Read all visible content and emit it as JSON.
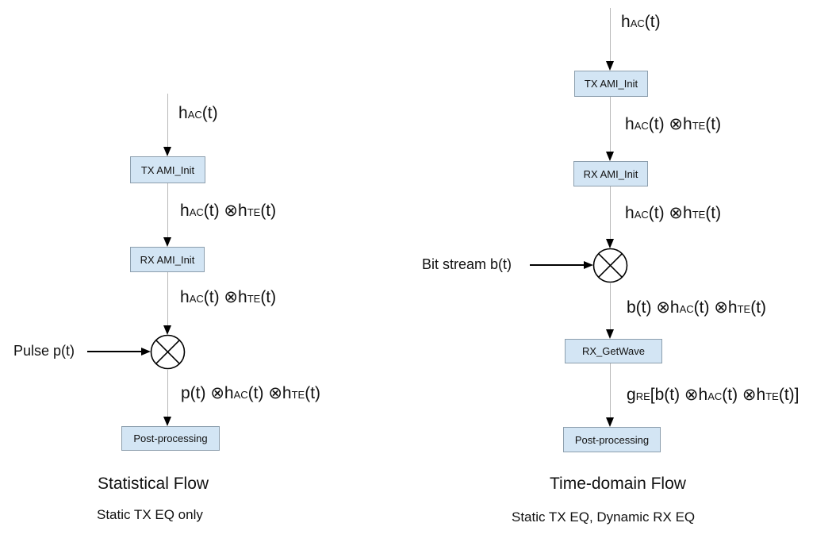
{
  "colors": {
    "box_fill": "#d3e5f4",
    "box_border": "#8c9ead",
    "connector_line": "#b9b9b9",
    "arrow": "#000000",
    "text": "#111111"
  },
  "left_flow": {
    "title": "Statistical Flow",
    "subtitle": "Static TX EQ only",
    "side_input_label": "Pulse p(t)",
    "boxes": {
      "tx": "TX AMI_Init",
      "rx": "RX AMI_Init",
      "post": "Post-processing"
    },
    "signals": {
      "s1": [
        {
          "t": "h"
        },
        {
          "s": "AC"
        },
        {
          "t": "(t)"
        }
      ],
      "s2": [
        {
          "t": "h"
        },
        {
          "s": "AC"
        },
        {
          "t": "(t) ⊗h"
        },
        {
          "s": "TE"
        },
        {
          "t": "(t)"
        }
      ],
      "s3": [
        {
          "t": "h"
        },
        {
          "s": "AC"
        },
        {
          "t": "(t) ⊗h"
        },
        {
          "s": "TE"
        },
        {
          "t": "(t)"
        }
      ],
      "s4": [
        {
          "t": "p(t) ⊗h"
        },
        {
          "s": "AC"
        },
        {
          "t": "(t) ⊗h"
        },
        {
          "s": "TE"
        },
        {
          "t": "(t)"
        }
      ]
    }
  },
  "right_flow": {
    "title": "Time-domain Flow",
    "subtitle": "Static TX EQ, Dynamic RX EQ",
    "side_input_label": "Bit stream b(t)",
    "boxes": {
      "tx": "TX AMI_Init",
      "rx": "RX AMI_Init",
      "getwave": "RX_GetWave",
      "post": "Post-processing"
    },
    "signals": {
      "s1": [
        {
          "t": "h"
        },
        {
          "s": "AC"
        },
        {
          "t": "(t)"
        }
      ],
      "s2": [
        {
          "t": "h"
        },
        {
          "s": "AC"
        },
        {
          "t": "(t) ⊗h"
        },
        {
          "s": "TE"
        },
        {
          "t": "(t)"
        }
      ],
      "s3": [
        {
          "t": "h"
        },
        {
          "s": "AC"
        },
        {
          "t": "(t) ⊗h"
        },
        {
          "s": "TE"
        },
        {
          "t": "(t)"
        }
      ],
      "s4": [
        {
          "t": "b(t) ⊗h"
        },
        {
          "s": "AC"
        },
        {
          "t": "(t) ⊗h"
        },
        {
          "s": "TE"
        },
        {
          "t": "(t)"
        }
      ],
      "s5": [
        {
          "t": "g"
        },
        {
          "s": "RE"
        },
        {
          "t": "[b(t) ⊗h"
        },
        {
          "s": "AC"
        },
        {
          "t": "(t) ⊗h"
        },
        {
          "s": "TE"
        },
        {
          "t": "(t)]"
        }
      ]
    }
  }
}
